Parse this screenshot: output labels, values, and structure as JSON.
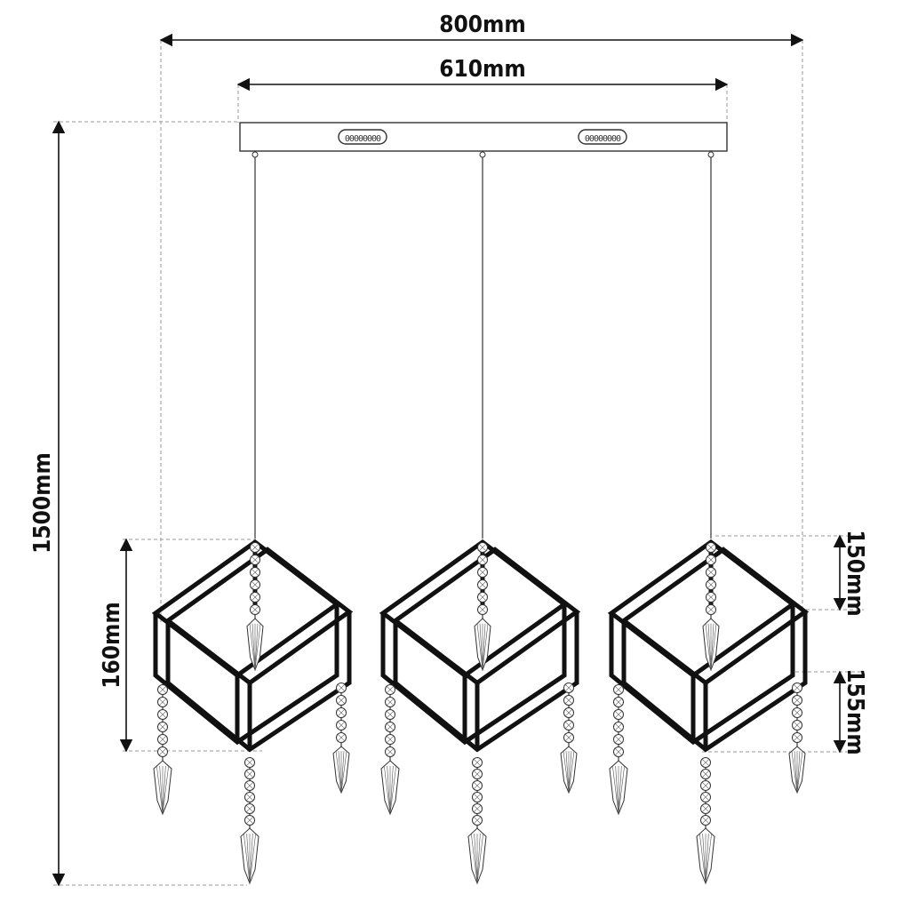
{
  "dimensions": {
    "overall_width": "800mm",
    "canopy_width": "610mm",
    "overall_height": "1500mm",
    "cube_height": "160mm",
    "upper_drop": "150mm",
    "lower_drop": "155mm"
  },
  "canopy": {
    "vent_pattern": "00000000"
  },
  "colors": {
    "line": "#111111",
    "guide": "#9a9a9a"
  }
}
